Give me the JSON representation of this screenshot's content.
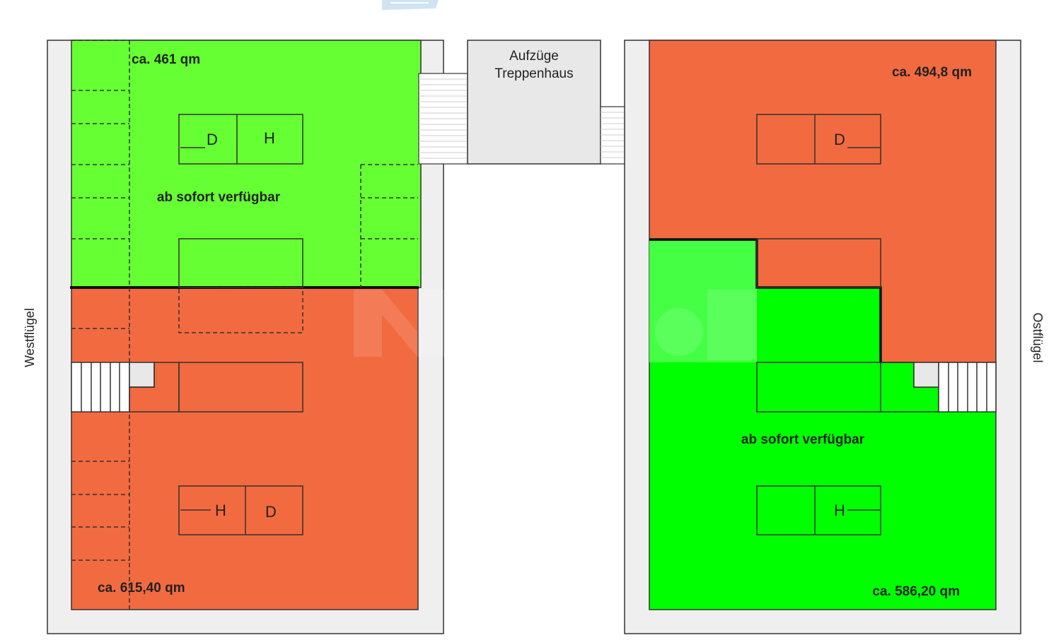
{
  "colors": {
    "available": "#66ff33",
    "available_bright": "#00ff00",
    "available_light": "#44ff44",
    "occupied": "#f26a40",
    "wall": "#efefef",
    "core": "#e8e8e8",
    "outline": "#333333"
  },
  "core": {
    "line1": "Aufzüge",
    "line2": "Treppenhaus"
  },
  "west": {
    "wing_label": "Westflügel",
    "upper": {
      "area": "ca. 461 qm",
      "status": "ab sofort verfügbar",
      "fixture_a": "D",
      "fixture_b": "H"
    },
    "lower": {
      "area": "ca. 615,40 qm",
      "fixture_a": "H",
      "fixture_b": "D"
    }
  },
  "east": {
    "wing_label": "Ostflügel",
    "upper": {
      "area": "ca. 494,8 qm",
      "fixture": "D"
    },
    "lower": {
      "area": "ca. 586,20 qm",
      "status": "ab sofort verfügbar",
      "fixture": "H"
    }
  }
}
